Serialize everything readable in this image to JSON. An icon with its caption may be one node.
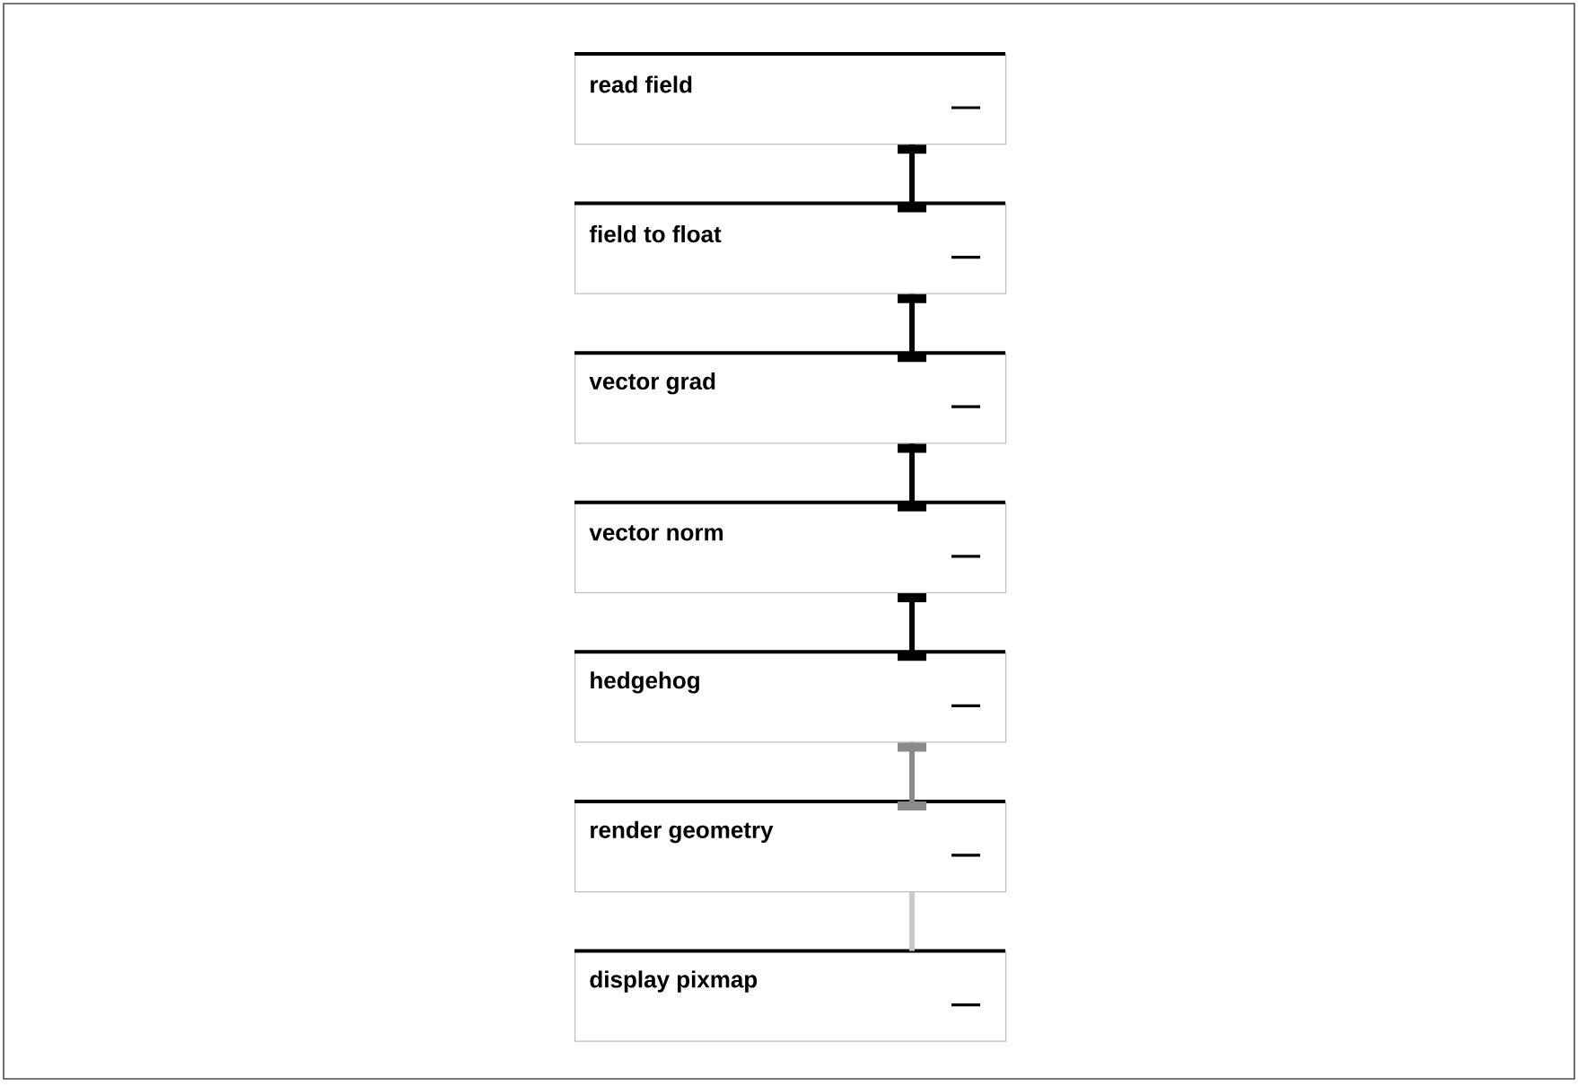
{
  "diagram": {
    "nodes": [
      {
        "text": [
          "read field"
        ]
      },
      {
        "text": [
          "field to float"
        ]
      },
      {
        "text": [
          "vector grad"
        ]
      },
      {
        "text": [
          "vector norm"
        ]
      },
      {
        "text": [
          "hedgehog"
        ]
      },
      {
        "text": [
          "render geometry"
        ]
      },
      {
        "text": [
          "display pixmap"
        ]
      }
    ],
    "edges": [
      {
        "from": 0,
        "to": 1,
        "arrow": "other"
      },
      {
        "from": 1,
        "to": 2,
        "arrow": "other"
      },
      {
        "from": 2,
        "to": 3,
        "arrow": "other"
      },
      {
        "from": 3,
        "to": 4,
        "arrow": "other"
      },
      {
        "from": 4,
        "to": 5,
        "arrow": "other",
        "color": "#8a8a8a"
      },
      {
        "from": 5,
        "to": 6,
        "arrow": "none",
        "color": "#c8c8c8"
      }
    ]
  }
}
